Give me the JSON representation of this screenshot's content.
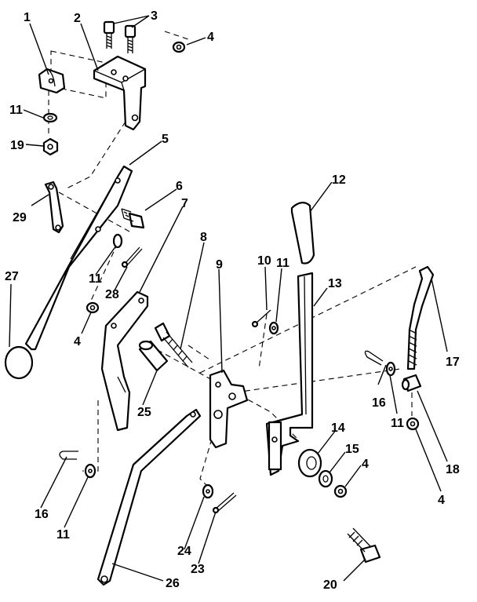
{
  "callouts": {
    "c1": "1",
    "c2": "2",
    "c3": "3",
    "c4a": "4",
    "c4b": "4",
    "c4c": "4",
    "c4d": "4",
    "c5": "5",
    "c6": "6",
    "c7": "7",
    "c8": "8",
    "c9": "9",
    "c10": "10",
    "c11a": "11",
    "c11b": "11",
    "c11c": "11",
    "c11d": "11",
    "c11e": "11",
    "c12": "12",
    "c13": "13",
    "c14": "14",
    "c15": "15",
    "c16a": "16",
    "c16b": "16",
    "c17": "17",
    "c18": "18",
    "c19": "19",
    "c20": "20",
    "c23": "23",
    "c24": "24",
    "c25": "25",
    "c26": "26",
    "c27": "27",
    "c28": "28",
    "c29": "29"
  }
}
